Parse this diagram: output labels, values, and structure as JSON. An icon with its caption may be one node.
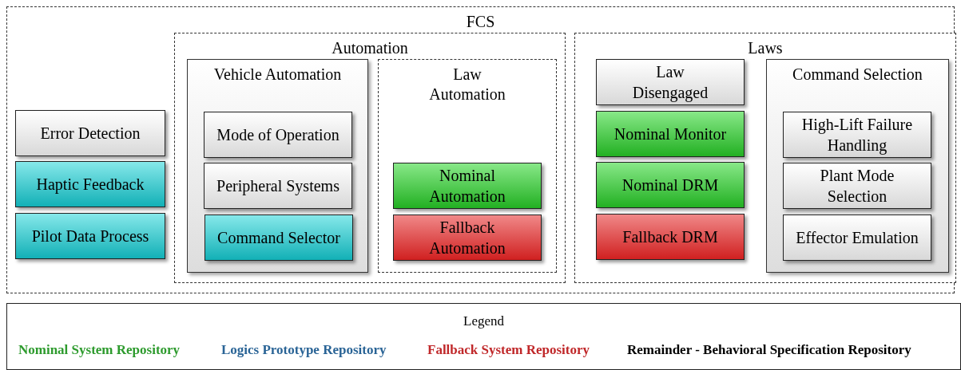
{
  "diagram": {
    "nodes": [
      {
        "text": [
          "FCS"
        ]
      },
      {
        "text": [
          "Error Detection"
        ],
        "in": 0
      },
      {
        "text": [
          "Haptic Feedback"
        ],
        "in": 0
      },
      {
        "text": [
          "Pilot Data Process"
        ],
        "in": 0
      },
      {
        "text": [
          "Automation"
        ],
        "in": 0
      },
      {
        "text": [
          "Vehicle Automation"
        ],
        "in": 4
      },
      {
        "text": [
          "Mode of Operation"
        ],
        "in": 5
      },
      {
        "text": [
          "Peripheral Systems"
        ],
        "in": 5
      },
      {
        "text": [
          "Command Selector"
        ],
        "in": 5
      },
      {
        "text": [
          "Law Automation"
        ],
        "in": 4
      },
      {
        "text": [
          "Nominal Automation"
        ],
        "in": 9
      },
      {
        "text": [
          "Fallback Automation"
        ],
        "in": 9
      },
      {
        "text": [
          "Laws"
        ],
        "in": 0
      },
      {
        "text": [
          "Law Disengaged"
        ],
        "in": 12
      },
      {
        "text": [
          "Nominal Monitor"
        ],
        "in": 12
      },
      {
        "text": [
          "Nominal DRM"
        ],
        "in": 12
      },
      {
        "text": [
          "Fallback DRM"
        ],
        "in": 12
      },
      {
        "text": [
          "Command Selection"
        ],
        "in": 12
      },
      {
        "text": [
          "High-Lift Failure Handling"
        ],
        "in": 17
      },
      {
        "text": [
          "Plant Mode Selection"
        ],
        "in": 17
      },
      {
        "text": [
          "Effector Emulation"
        ],
        "in": 17
      }
    ],
    "labels": [
      "Legend"
    ],
    "legend": [
      {
        "text": "Nominal System Repository",
        "color": "#2e9b2e"
      },
      {
        "text": "Logics Prototype Repository",
        "color": "#2a6496"
      },
      {
        "text": "Fallback System Repository",
        "color": "#c0282a"
      },
      {
        "text": "Remainder - Behavioral Specification Repository",
        "color": "#000000"
      }
    ]
  }
}
